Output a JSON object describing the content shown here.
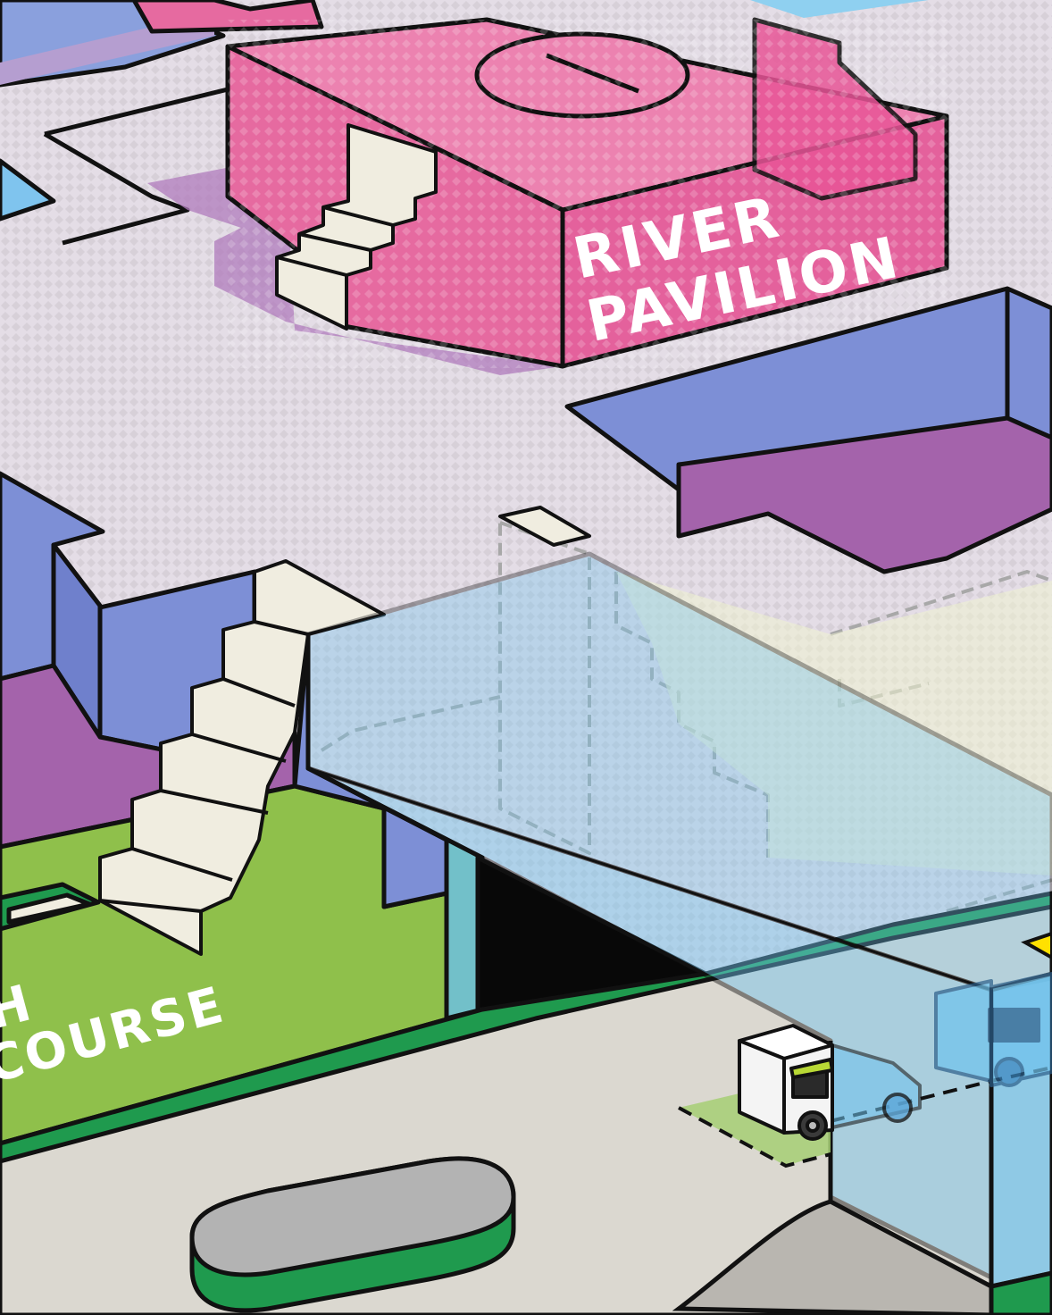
{
  "map": {
    "labels": {
      "pavilion_line1": "RIVER",
      "pavilion_line2": "PAVILION",
      "concourse_line1": "H",
      "concourse_line2": "COURSE"
    },
    "colors": {
      "plaza": "#e4dde6",
      "pavilion_pink": "#e66aa0",
      "pavilion_pink_dark": "#d94d8c",
      "wall_blue": "#7d8fd6",
      "pool_purple": "#a463ab",
      "lawn_green": "#8fc04b",
      "road_green": "#1f9a4e",
      "road_gray": "#dbd8d0",
      "glass_blue": "#6fc3ee",
      "stair_cream": "#f0ede0",
      "outline": "#111111"
    },
    "icons": [
      "food-truck-icon",
      "food-truck-ghost-icon",
      "hazard-sign-icon"
    ]
  }
}
